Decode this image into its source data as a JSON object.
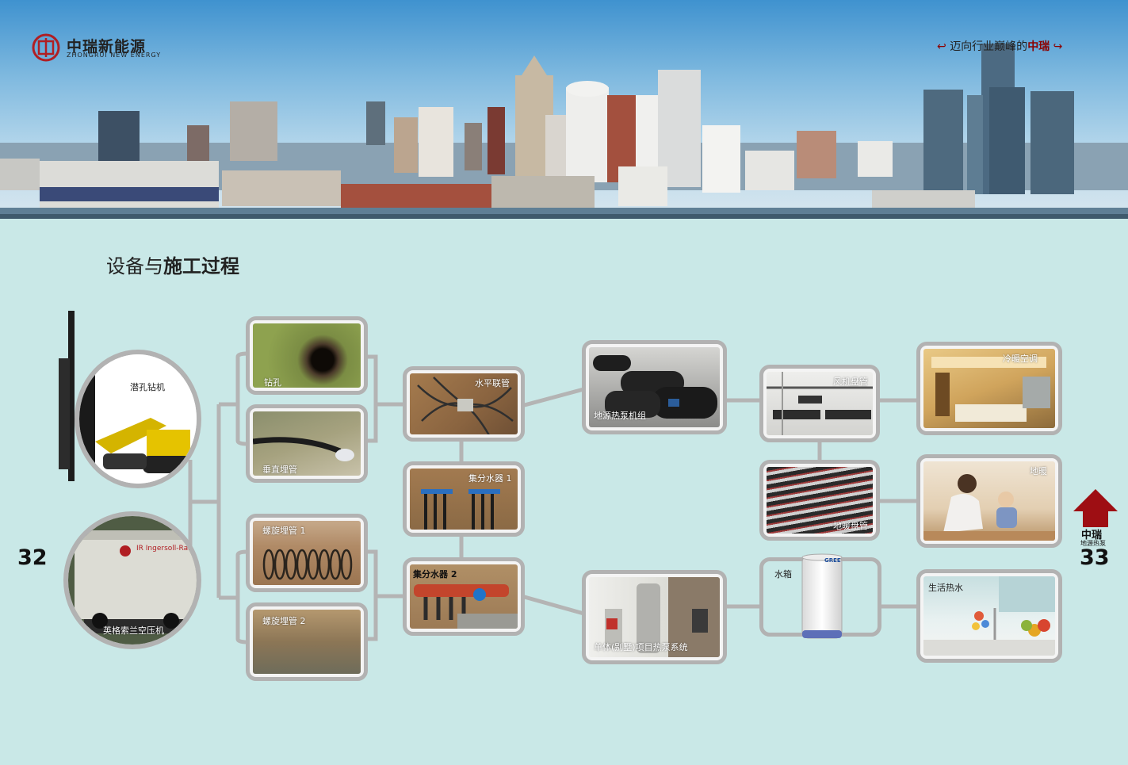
{
  "header": {
    "brand_cn": "中瑞新能源",
    "brand_en": "ZHONGRUI NEW ENERGY",
    "slogan_prefix": "迈向行业巅峰的",
    "slogan_brand": "中瑞"
  },
  "section": {
    "title_light": "设备与",
    "title_bold": "施工过程"
  },
  "equipment": {
    "drill": "潜孔钻机",
    "compressor": "英格索兰空压机",
    "compressor_brand": "IR Ingersoll-Rand"
  },
  "steps": {
    "drilling": "钻孔",
    "vertical_pipe": "垂直埋管",
    "spiral_1": "螺旋埋管 1",
    "spiral_2": "螺旋埋管 2",
    "horizontal_pipe": "水平联管",
    "manifold_1": "集分水器 1",
    "manifold_2": "集分水器 2",
    "heat_pump_unit": "地源热泵机组",
    "villa_system": "单体(别墅)项目热泵系统",
    "fan_coil": "风机盘管",
    "floor_coil": "地暖盘管",
    "water_tank": "水箱",
    "tank_brand": "GREE",
    "hvac": "冷暖空调",
    "floor_heating": "地暖",
    "hot_water": "生活热水"
  },
  "page": {
    "left": "32",
    "right": "33",
    "corner_brand": "中瑞",
    "corner_sub": "地源热泵"
  },
  "colors": {
    "background": "#c9e8e7",
    "frame": "#b2b2b2",
    "brand_red": "#8b0000"
  }
}
